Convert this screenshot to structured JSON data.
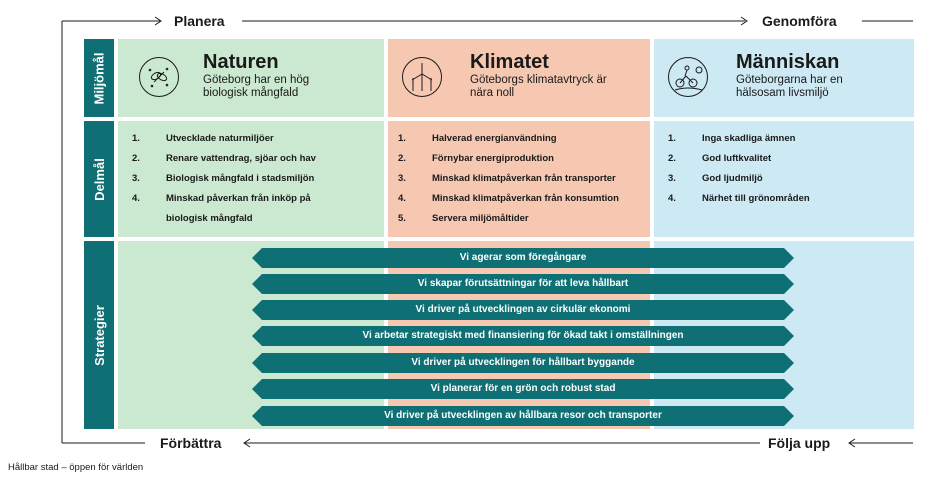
{
  "cycle": {
    "planera": "Planera",
    "genomfora": "Genomföra",
    "forbattra": "Förbättra",
    "folja_upp": "Följa upp"
  },
  "row_labels": {
    "miljomal": "Miljömål",
    "delmal": "Delmål",
    "strategier": "Strategier"
  },
  "goals": [
    {
      "title": "Naturen",
      "subtitle": "Göteborg har en hög biologisk mångfald",
      "icon": "nature-icon",
      "color": "#cbe8d0"
    },
    {
      "title": "Klimatet",
      "subtitle": "Göteborgs klimatavtryck är nära noll",
      "icon": "wind-turbine-icon",
      "color": "#f7c8b1"
    },
    {
      "title": "Människan",
      "subtitle": "Göteborgarna har en hälsosam livsmiljö",
      "icon": "cyclist-icon",
      "color": "#cde9f4"
    }
  ],
  "subgoals": {
    "naturen": [
      {
        "num": "1.",
        "text": "Utvecklade naturmiljöer"
      },
      {
        "num": "2.",
        "text": "Renare vattendrag, sjöar och hav"
      },
      {
        "num": "3.",
        "text": "Biologisk mångfald i stadsmiljön"
      },
      {
        "num": "4.",
        "text": "Minskad påverkan från inköp på biologisk mångfald"
      }
    ],
    "klimatet": [
      {
        "num": "1.",
        "text": "Halverad energianvändning"
      },
      {
        "num": "2.",
        "text": "Förnybar energiproduktion"
      },
      {
        "num": "3.",
        "text": "Minskad klimatpåverkan från transporter"
      },
      {
        "num": "4.",
        "text": "Minskad klimatpåverkan från konsumtion"
      },
      {
        "num": "5.",
        "text": "Servera miljömåltider"
      }
    ],
    "manniskan": [
      {
        "num": "1.",
        "text": "Inga skadliga ämnen"
      },
      {
        "num": "2.",
        "text": "God luftkvalitet"
      },
      {
        "num": "3.",
        "text": "God ljudmiljö"
      },
      {
        "num": "4.",
        "text": "Närhet till grönområden"
      }
    ]
  },
  "strategies": [
    "Vi agerar som föregångare",
    "Vi skapar förutsättningar för att leva hållbart",
    "Vi driver på utvecklingen av cirkulär ekonomi",
    "Vi arbetar strategiskt med finansiering för ökad takt i omställningen",
    "Vi driver på utvecklingen för hållbart byggande",
    "Vi planerar för en grön och robust stad",
    "Vi driver på utvecklingen av hållbara resor och transporter"
  ],
  "footer": "Hållbar stad – öppen för världen",
  "colors": {
    "teal": "#0e6f74",
    "green": "#cbe8d0",
    "salmon": "#f7c8b1",
    "blue": "#cde9f4"
  }
}
